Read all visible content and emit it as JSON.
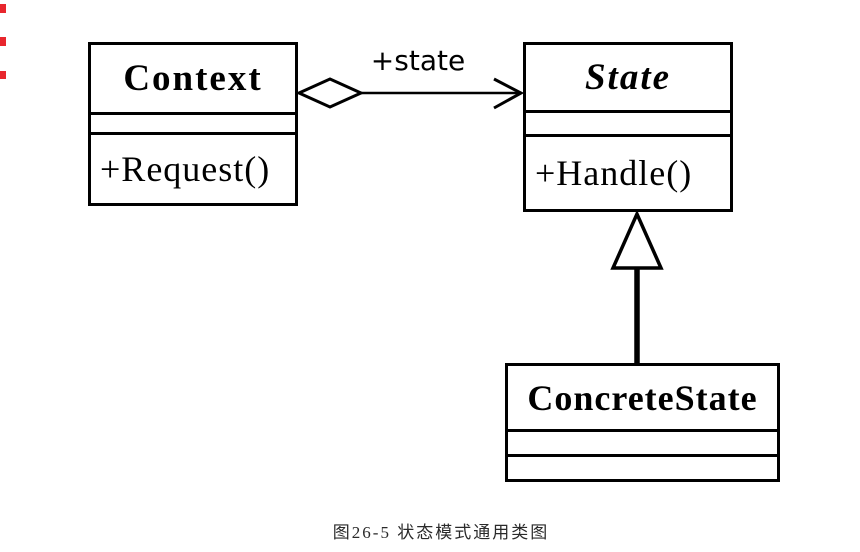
{
  "diagram_type": "uml-class-diagram",
  "classes": {
    "context": {
      "title": "Context",
      "attributes": [],
      "method": "+Request()"
    },
    "state": {
      "title": "State",
      "abstract": true,
      "attributes": [],
      "method": "+Handle()"
    },
    "concrete_state": {
      "title": "ConcreteState",
      "attributes": []
    }
  },
  "relations": {
    "aggregation": {
      "from": "Context",
      "to": "State",
      "label": "+state",
      "diamond_end": "Context",
      "arrow_end": "State"
    },
    "inheritance": {
      "from": "ConcreteState",
      "to": "State"
    }
  },
  "caption": "图26-5 状态模式通用类图",
  "colors": {
    "line": "#000000",
    "background": "#ffffff",
    "caption_text": "#2a2a2a",
    "edge_mark_red": "#e8262d"
  }
}
